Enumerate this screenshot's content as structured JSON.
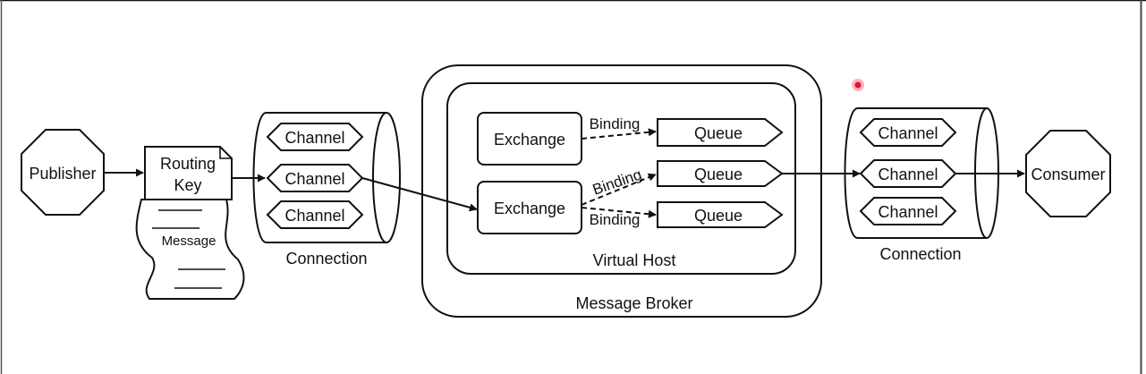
{
  "diagram": {
    "publisher": "Publisher",
    "routing_key": [
      "Routing",
      "Key"
    ],
    "message": "Message",
    "left_connection": {
      "label": "Connection",
      "channels": [
        "Channel",
        "Channel",
        "Channel"
      ]
    },
    "broker": {
      "label": "Message Broker",
      "vhost_label": "Virtual Host",
      "exchanges": [
        "Exchange",
        "Exchange"
      ],
      "bindings": [
        "Binding",
        "Binding",
        "Binding"
      ],
      "queues": [
        "Queue",
        "Queue",
        "Queue"
      ]
    },
    "right_connection": {
      "label": "Connection",
      "channels": [
        "Channel",
        "Channel",
        "Channel"
      ]
    },
    "consumer": "Consumer"
  },
  "colors": {
    "stroke": "#111111",
    "background": "#ffffff",
    "cursor_dot": "#e8112d",
    "cursor_halo": "#f7b6c0"
  }
}
